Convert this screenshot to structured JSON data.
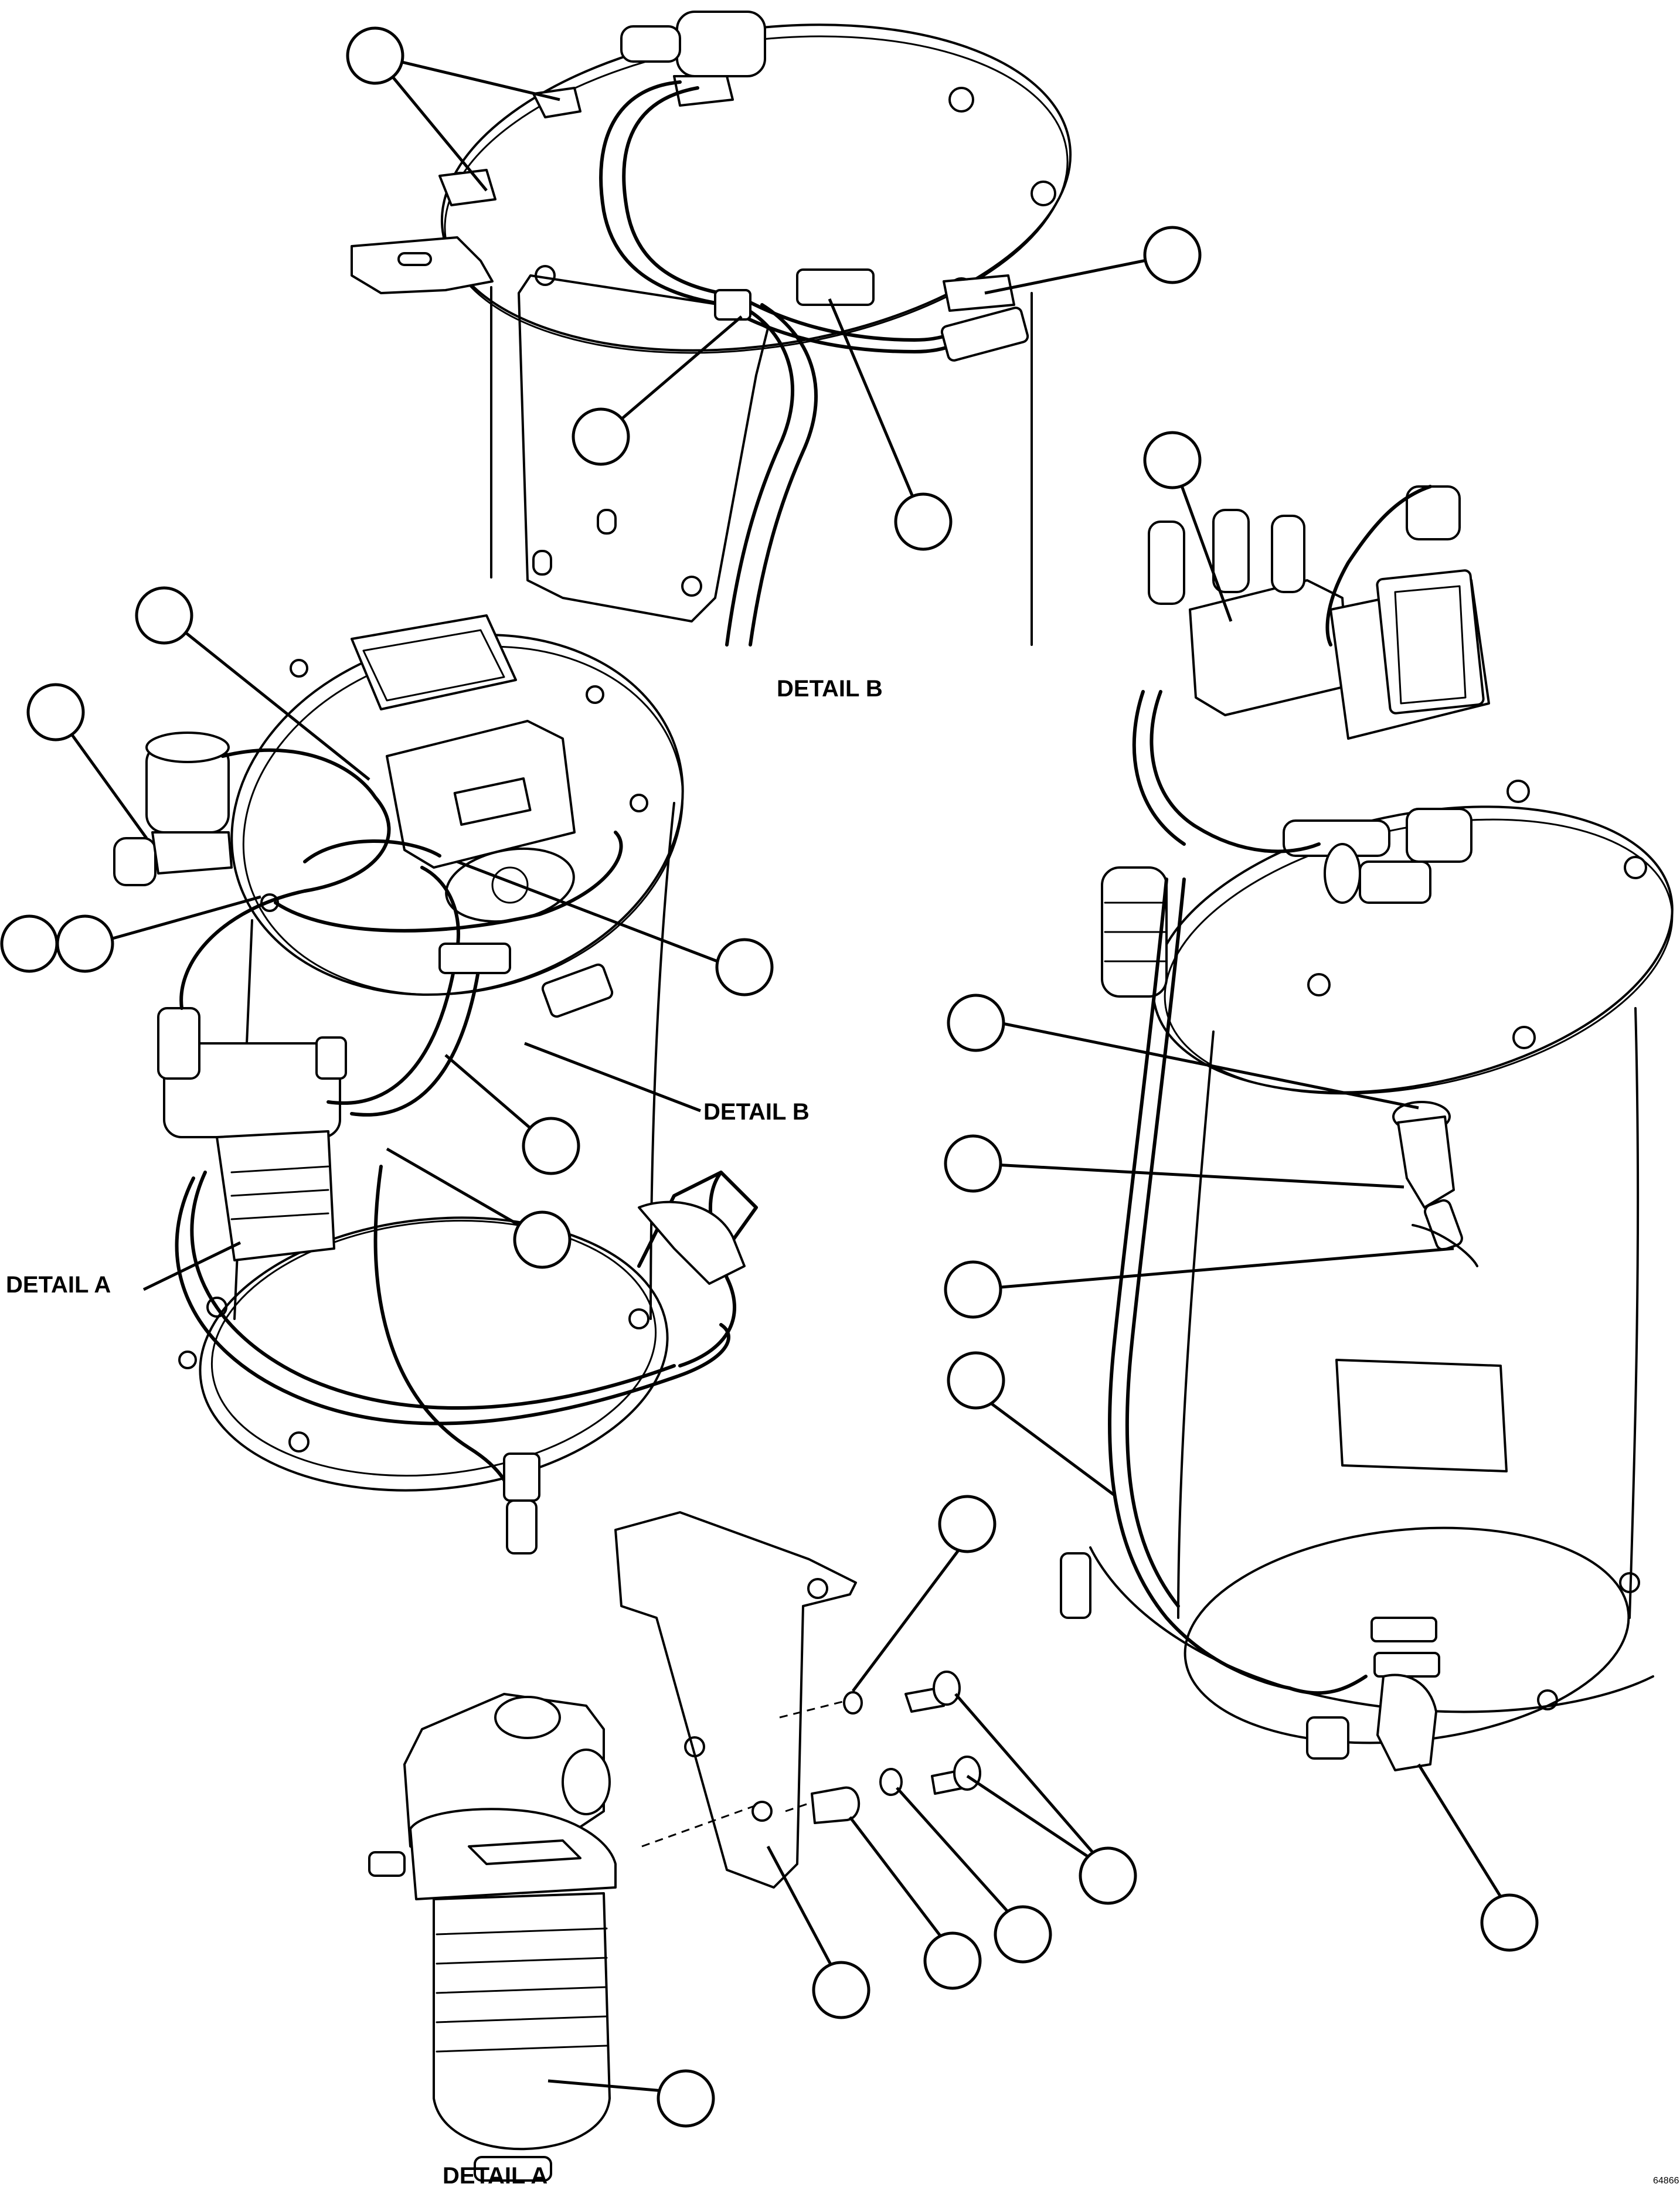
{
  "labels": {
    "detail_b_top": "DETAIL B",
    "detail_b_leader": "DETAIL B",
    "detail_a_leader": "DETAIL A",
    "detail_a_bottom": "DETAIL A"
  },
  "drawing_code": "64866",
  "callouts": [
    {
      "id": "c1"
    },
    {
      "id": "c2"
    },
    {
      "id": "c3"
    },
    {
      "id": "c4"
    },
    {
      "id": "c5"
    },
    {
      "id": "c6"
    },
    {
      "id": "c7"
    },
    {
      "id": "c8"
    },
    {
      "id": "c9"
    },
    {
      "id": "c10"
    },
    {
      "id": "c11"
    },
    {
      "id": "c12"
    },
    {
      "id": "c13"
    },
    {
      "id": "c14"
    },
    {
      "id": "c15"
    },
    {
      "id": "c16"
    },
    {
      "id": "c17"
    },
    {
      "id": "c18"
    },
    {
      "id": "c19"
    },
    {
      "id": "c20"
    },
    {
      "id": "c21"
    },
    {
      "id": "c22"
    },
    {
      "id": "c23"
    },
    {
      "id": "c24"
    },
    {
      "id": "c25"
    }
  ]
}
